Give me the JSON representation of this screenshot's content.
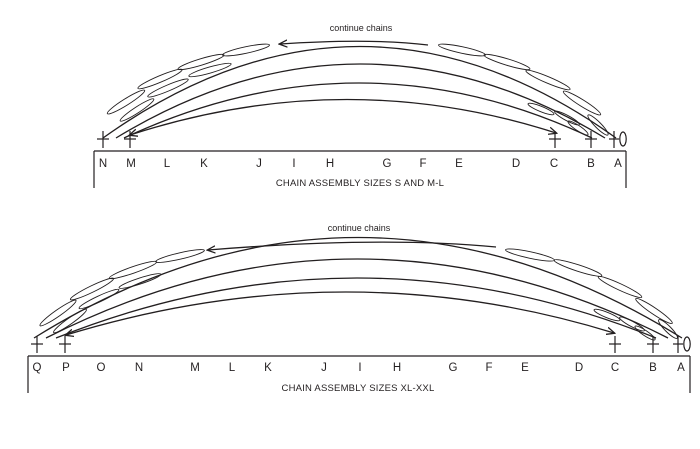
{
  "diagrams": [
    {
      "id": "top",
      "note": "continue chains",
      "caption": "CHAIN ASSEMBLY SIZES S AND M-L",
      "letters": [
        "N",
        "M",
        "L",
        "K",
        "J",
        "I",
        "H",
        "G",
        "F",
        "E",
        "D",
        "C",
        "B",
        "A"
      ]
    },
    {
      "id": "bottom",
      "note": "continue chains",
      "caption": "CHAIN ASSEMBLY SIZES XL-XXL",
      "letters": [
        "Q",
        "P",
        "O",
        "N",
        "M",
        "L",
        "K",
        "J",
        "I",
        "H",
        "G",
        "F",
        "E",
        "D",
        "C",
        "B",
        "A"
      ]
    }
  ]
}
